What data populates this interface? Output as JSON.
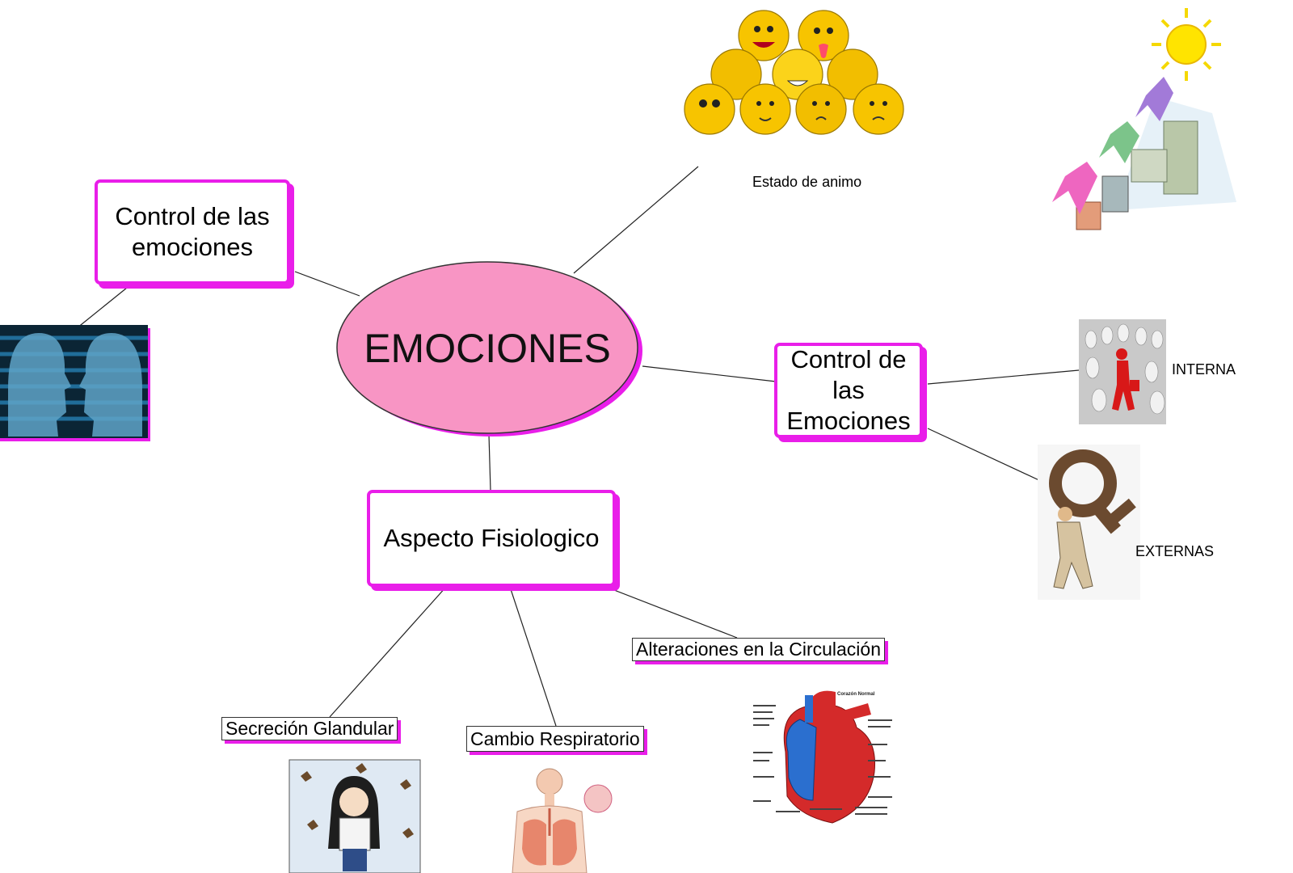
{
  "central": {
    "title": "EMOCIONES",
    "fill": "#f895c4",
    "shadow": "#e91ee9"
  },
  "nodes": {
    "control_left": "Control de las emociones",
    "control_right": "Control de las Emociones",
    "aspecto": "Aspecto Fisiologico",
    "secrecion": "Secreción Glandular",
    "respiratorio": "Cambio Respiratorio",
    "circulacion": "Alteraciones en la Circulación"
  },
  "labels": {
    "estado": "Estado de animo",
    "interna": "INTERNA",
    "externas": "EXTERNAS",
    "corazon_title": "Corazón Normal"
  },
  "images": [
    {
      "name": "emoticons-image",
      "icon": "smiley-faces"
    },
    {
      "name": "sun-growth-image",
      "icon": "sun-and-figures"
    },
    {
      "name": "brains-image",
      "icon": "two-heads"
    },
    {
      "name": "red-figure-image",
      "icon": "running-man"
    },
    {
      "name": "female-symbol-image",
      "icon": "carrying-symbol"
    },
    {
      "name": "cold-character-image",
      "icon": "shivering-girl"
    },
    {
      "name": "lungs-image",
      "icon": "respiratory-system"
    },
    {
      "name": "heart-image",
      "icon": "heart-diagram"
    }
  ],
  "colors": {
    "accent": "#e91ee9",
    "line": "#222222"
  }
}
